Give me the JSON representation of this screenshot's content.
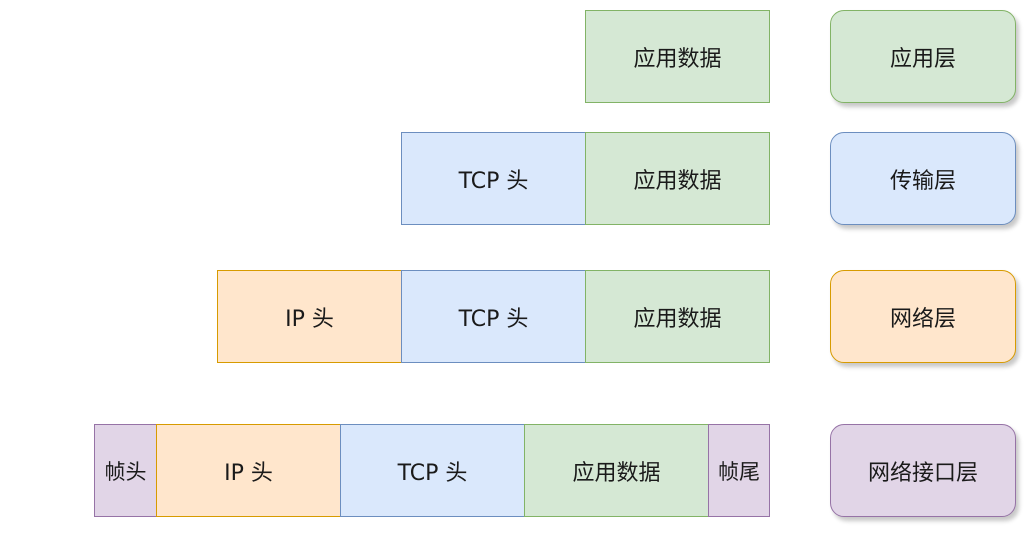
{
  "rows": [
    {
      "segments": [
        "应用数据"
      ],
      "layer": "应用层"
    },
    {
      "segments": [
        "TCP 头",
        "应用数据"
      ],
      "layer": "传输层"
    },
    {
      "segments": [
        "IP 头",
        "TCP 头",
        "应用数据"
      ],
      "layer": "网络层"
    },
    {
      "segments": [
        "帧头",
        "IP 头",
        "TCP 头",
        "应用数据",
        "帧尾"
      ],
      "layer": "网络接口层"
    }
  ],
  "colors": {
    "app_fill": "#d5e8d4",
    "app_stroke": "#82b366",
    "tcp_fill": "#dae8fc",
    "tcp_stroke": "#6c8ebf",
    "ip_fill": "#ffe6cc",
    "ip_stroke": "#d79b00",
    "frame_fill": "#e1d5e7",
    "frame_stroke": "#9673a6"
  }
}
